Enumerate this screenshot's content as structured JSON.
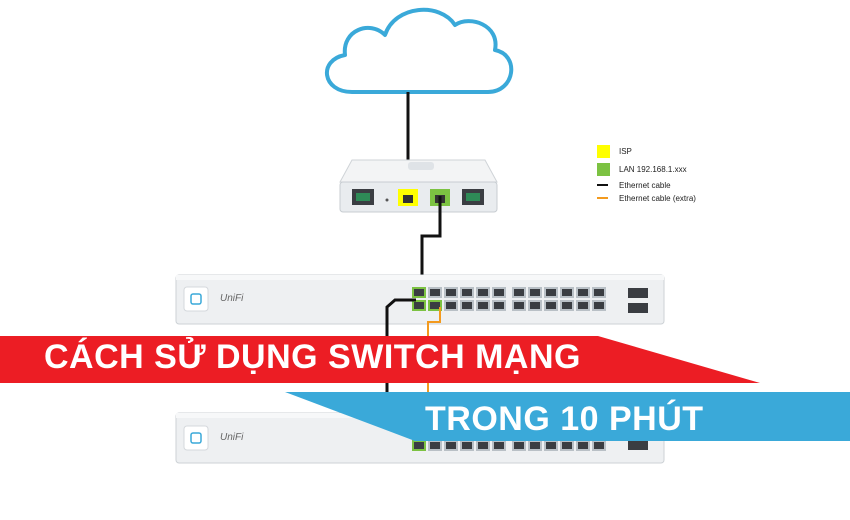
{
  "legend": {
    "items": [
      {
        "label": "ISP",
        "kind": "swatch",
        "color": "#ffff00"
      },
      {
        "label": "LAN 192.168.1.xxx",
        "kind": "swatch",
        "color": "#7cc242"
      },
      {
        "label": "Ethernet cable",
        "kind": "line",
        "color": "#111111"
      },
      {
        "label": "Ethernet cable (extra)",
        "kind": "line",
        "color": "#f39a1e"
      }
    ]
  },
  "devices": {
    "switch_brand": "UniFi"
  },
  "banner": {
    "line1": "CÁCH SỬ DỤNG SWITCH MẠNG",
    "line2": "TRONG 10 PHÚT",
    "line1_color": "#ec1d24",
    "line2_color": "#3aa9d9"
  },
  "colors": {
    "cloud_stroke": "#3aa9d9",
    "device_body": "#eef0f2",
    "port_dark": "#3a3d42",
    "lan_green": "#7cc242",
    "isp_yellow": "#ffff00",
    "cable_black": "#111111",
    "cable_orange": "#f39a1e"
  }
}
